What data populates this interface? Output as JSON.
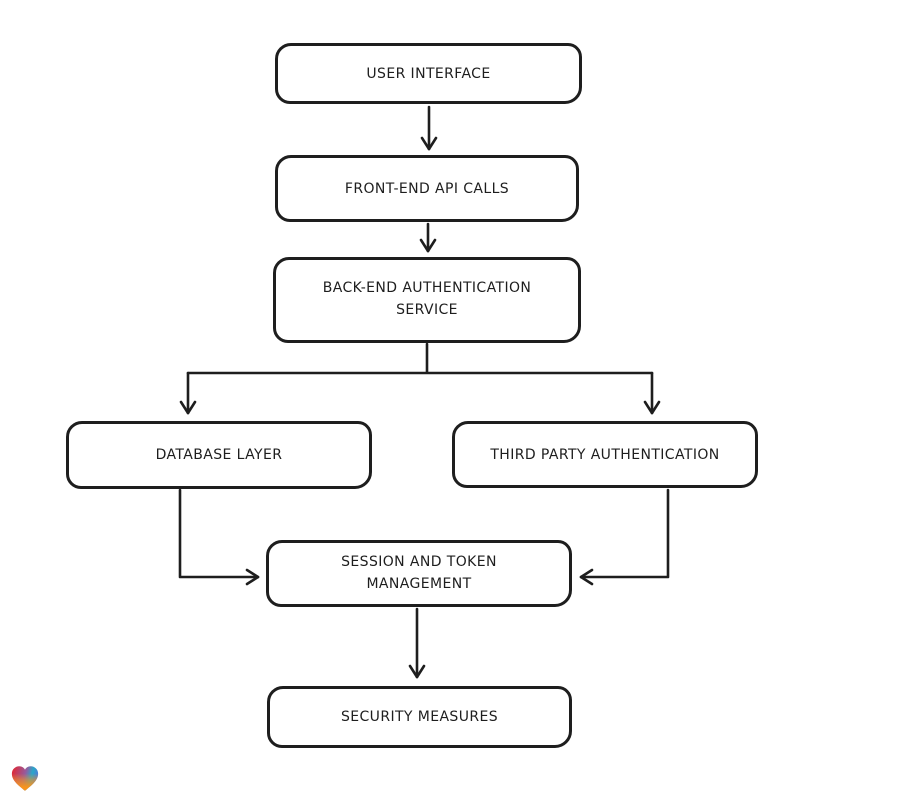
{
  "diagram": {
    "nodes": [
      {
        "id": "user-interface",
        "label": "USER INTERFACE"
      },
      {
        "id": "front-end-api-calls",
        "label": "FRONT-END API CALLS"
      },
      {
        "id": "back-end-authentication-service",
        "label": "BACK-END AUTHENTICATION SERVICE"
      },
      {
        "id": "database-layer",
        "label": "DATABASE LAYER"
      },
      {
        "id": "third-party-authentication",
        "label": "THIRD PARTY AUTHENTICATION"
      },
      {
        "id": "session-and-token-management",
        "label": "SESSION AND TOKEN MANAGEMENT"
      },
      {
        "id": "security-measures",
        "label": "SECURITY MEASURES"
      }
    ],
    "edges": [
      {
        "from": "user-interface",
        "to": "front-end-api-calls"
      },
      {
        "from": "front-end-api-calls",
        "to": "back-end-authentication-service"
      },
      {
        "from": "back-end-authentication-service",
        "to": "database-layer"
      },
      {
        "from": "back-end-authentication-service",
        "to": "third-party-authentication"
      },
      {
        "from": "database-layer",
        "to": "session-and-token-management"
      },
      {
        "from": "third-party-authentication",
        "to": "session-and-token-management"
      },
      {
        "from": "session-and-token-management",
        "to": "security-measures"
      }
    ],
    "style": {
      "stroke": "#1e1e1e",
      "node_fill": "#ffffff",
      "background": "#ffffff"
    }
  },
  "branding": {
    "logo_icon": "heart-gradient-icon",
    "logo_colors": {
      "red": "#e8232a",
      "purple": "#955b9e",
      "cyan": "#2aa7c9",
      "blue": "#4b7fd6",
      "orange": "#f7941d"
    }
  }
}
